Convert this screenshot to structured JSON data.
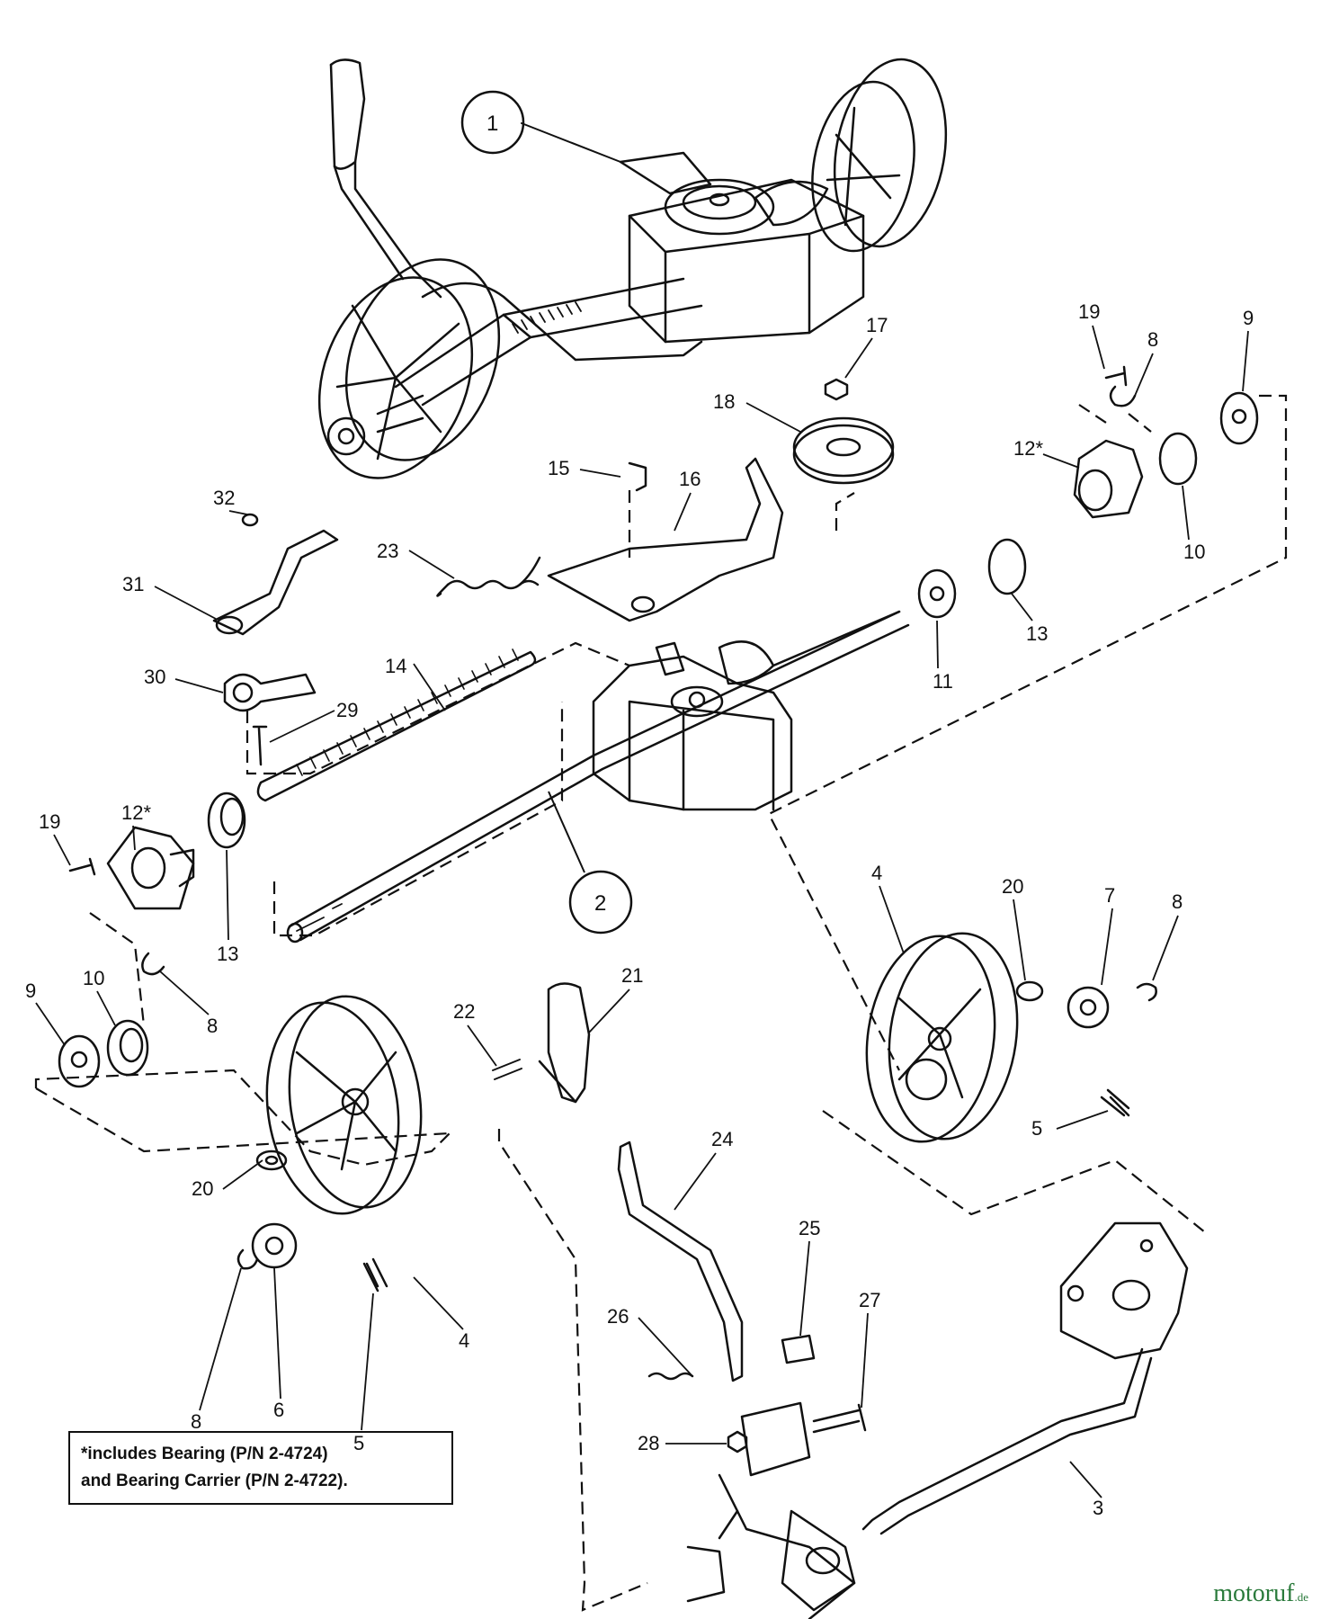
{
  "parts": {
    "callouts": [
      {
        "id": "callout-1",
        "text": "1"
      },
      {
        "id": "callout-2",
        "text": "2"
      }
    ],
    "labels": [
      {
        "id": "part-19-top",
        "text": "19"
      },
      {
        "id": "part-8-top",
        "text": "8"
      },
      {
        "id": "part-9-top",
        "text": "9"
      },
      {
        "id": "part-17",
        "text": "17"
      },
      {
        "id": "part-18",
        "text": "18"
      },
      {
        "id": "part-12-top",
        "text": "12*"
      },
      {
        "id": "part-15",
        "text": "15"
      },
      {
        "id": "part-16",
        "text": "16"
      },
      {
        "id": "part-10-top",
        "text": "10"
      },
      {
        "id": "part-32",
        "text": "32"
      },
      {
        "id": "part-23",
        "text": "23"
      },
      {
        "id": "part-31",
        "text": "31"
      },
      {
        "id": "part-13-top",
        "text": "13"
      },
      {
        "id": "part-11",
        "text": "11"
      },
      {
        "id": "part-30",
        "text": "30"
      },
      {
        "id": "part-14",
        "text": "14"
      },
      {
        "id": "part-29",
        "text": "29"
      },
      {
        "id": "part-19-left",
        "text": "19"
      },
      {
        "id": "part-12-left",
        "text": "12*"
      },
      {
        "id": "part-4-right",
        "text": "4"
      },
      {
        "id": "part-20-right",
        "text": "20"
      },
      {
        "id": "part-7",
        "text": "7"
      },
      {
        "id": "part-8-right",
        "text": "8"
      },
      {
        "id": "part-13-left",
        "text": "13"
      },
      {
        "id": "part-21",
        "text": "21"
      },
      {
        "id": "part-22",
        "text": "22"
      },
      {
        "id": "part-9-left",
        "text": "9"
      },
      {
        "id": "part-10-left",
        "text": "10"
      },
      {
        "id": "part-8-left",
        "text": "8"
      },
      {
        "id": "part-5-right",
        "text": "5"
      },
      {
        "id": "part-24",
        "text": "24"
      },
      {
        "id": "part-20-left",
        "text": "20"
      },
      {
        "id": "part-25",
        "text": "25"
      },
      {
        "id": "part-26",
        "text": "26"
      },
      {
        "id": "part-27",
        "text": "27"
      },
      {
        "id": "part-4-left",
        "text": "4"
      },
      {
        "id": "part-28",
        "text": "28"
      },
      {
        "id": "part-3",
        "text": "3"
      },
      {
        "id": "part-8-bottom",
        "text": "8"
      },
      {
        "id": "part-6",
        "text": "6"
      },
      {
        "id": "part-5-bottom",
        "text": "5"
      }
    ]
  },
  "note": {
    "line1": "*includes Bearing (P/N 2-4724)",
    "line2": "and Bearing Carrier (P/N 2-4722)."
  },
  "brand": {
    "name": "motoruf",
    "suffix": ".de",
    "color": "#2a7a3b"
  }
}
